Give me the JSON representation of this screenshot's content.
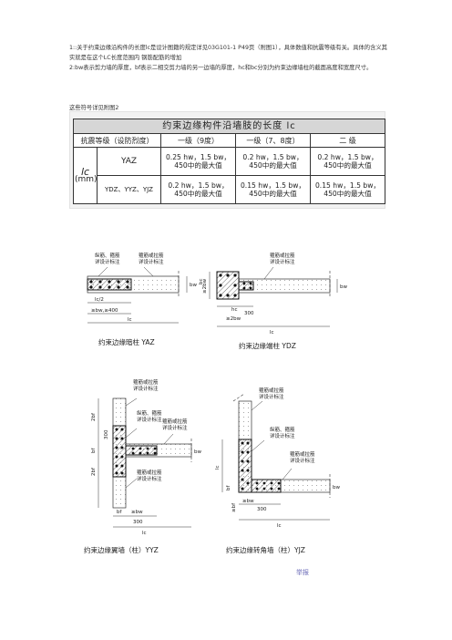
{
  "notes": {
    "p1": "1::关于约束边缘沿构件的长度lc是设计图籍的规定详见03G101-1 P49页（附图1），具体数值和抗震等级有关。具体的含义其实就是在这个LC长度范围内 钢筋配筋的增加",
    "p2": "2:bw表示剪力墙的厚度，bf表示二相交剪力墙的另一边墙的厚度，hc和bc分别为约束边缘墙柱的截面高度和宽度尺寸。",
    "p3": "这些符号详见附图2"
  },
  "table": {
    "title": "约束边缘构件沿墙肢的长度 lc",
    "header": [
      "抗震等级（设防烈度）",
      "一级（9度）",
      "一级（7、8度）",
      "二 级"
    ],
    "unit_symbol": "lc",
    "unit": "(mm)",
    "rows": [
      {
        "type": "YAZ",
        "cells": [
          "0.25 hw，1.5 bw，450中的最大值",
          "0.2 hw，1.5 bw，450中的最大值",
          "0.2 hw，1.5 bw，450中的最大值"
        ]
      },
      {
        "type": "YDZ、YYZ、YJZ",
        "cells": [
          "0.2 hw，1.5 bw，450中的最大值",
          "0.15 hw，1.5 bw，450中的最大值",
          "0.15 hw，1.5 bw，450中的最大值"
        ]
      }
    ]
  },
  "figures": {
    "yaz": {
      "caption": "约束边缘暗柱 YAZ",
      "anno_left": [
        "纵筋、箍筋",
        "详设计标注"
      ],
      "anno_right": [
        "箍筋或拉筋",
        "详设计标注"
      ],
      "dims": [
        "lc/2",
        "≥bw,≥400",
        "lc",
        "bw"
      ]
    },
    "ydz": {
      "caption": "约束边缘端柱 YDZ",
      "anno_right": [
        "箍筋或拉筋",
        "详设计标注"
      ],
      "dims": [
        "hc",
        "≥2bw",
        "300",
        "≥2bw",
        "lc",
        "bc",
        "bw"
      ]
    },
    "yyz": {
      "caption": "约束边缘翼墙（柱）YYZ",
      "anno_top": [
        "箍筋或拉筋",
        "详设计标注"
      ],
      "anno_mid": [
        "纵筋、箍筋",
        "详设计标注"
      ],
      "anno_right": [
        "箍筋或拉筋",
        "详设计标注"
      ],
      "anno_low": [
        "箍筋或拉筋",
        "详设计标注"
      ],
      "dims": [
        "2bf",
        "300",
        "bf",
        "2bf",
        "bf",
        "≥bw",
        "300",
        "lc",
        "bw"
      ]
    },
    "yjz": {
      "caption": "约束边缘转角墙（柱）YJZ",
      "anno_top": [
        "箍筋或拉筋",
        "详设计标注"
      ],
      "anno_mid": [
        "纵筋、箍筋",
        "详设计标注"
      ],
      "anno_right": [
        "箍筋或拉筋",
        "详设计标注"
      ],
      "dims": [
        "lc",
        "bf",
        "≥bw",
        "300",
        "lc",
        "≥bf",
        "bw"
      ]
    }
  },
  "report_link": "举报"
}
